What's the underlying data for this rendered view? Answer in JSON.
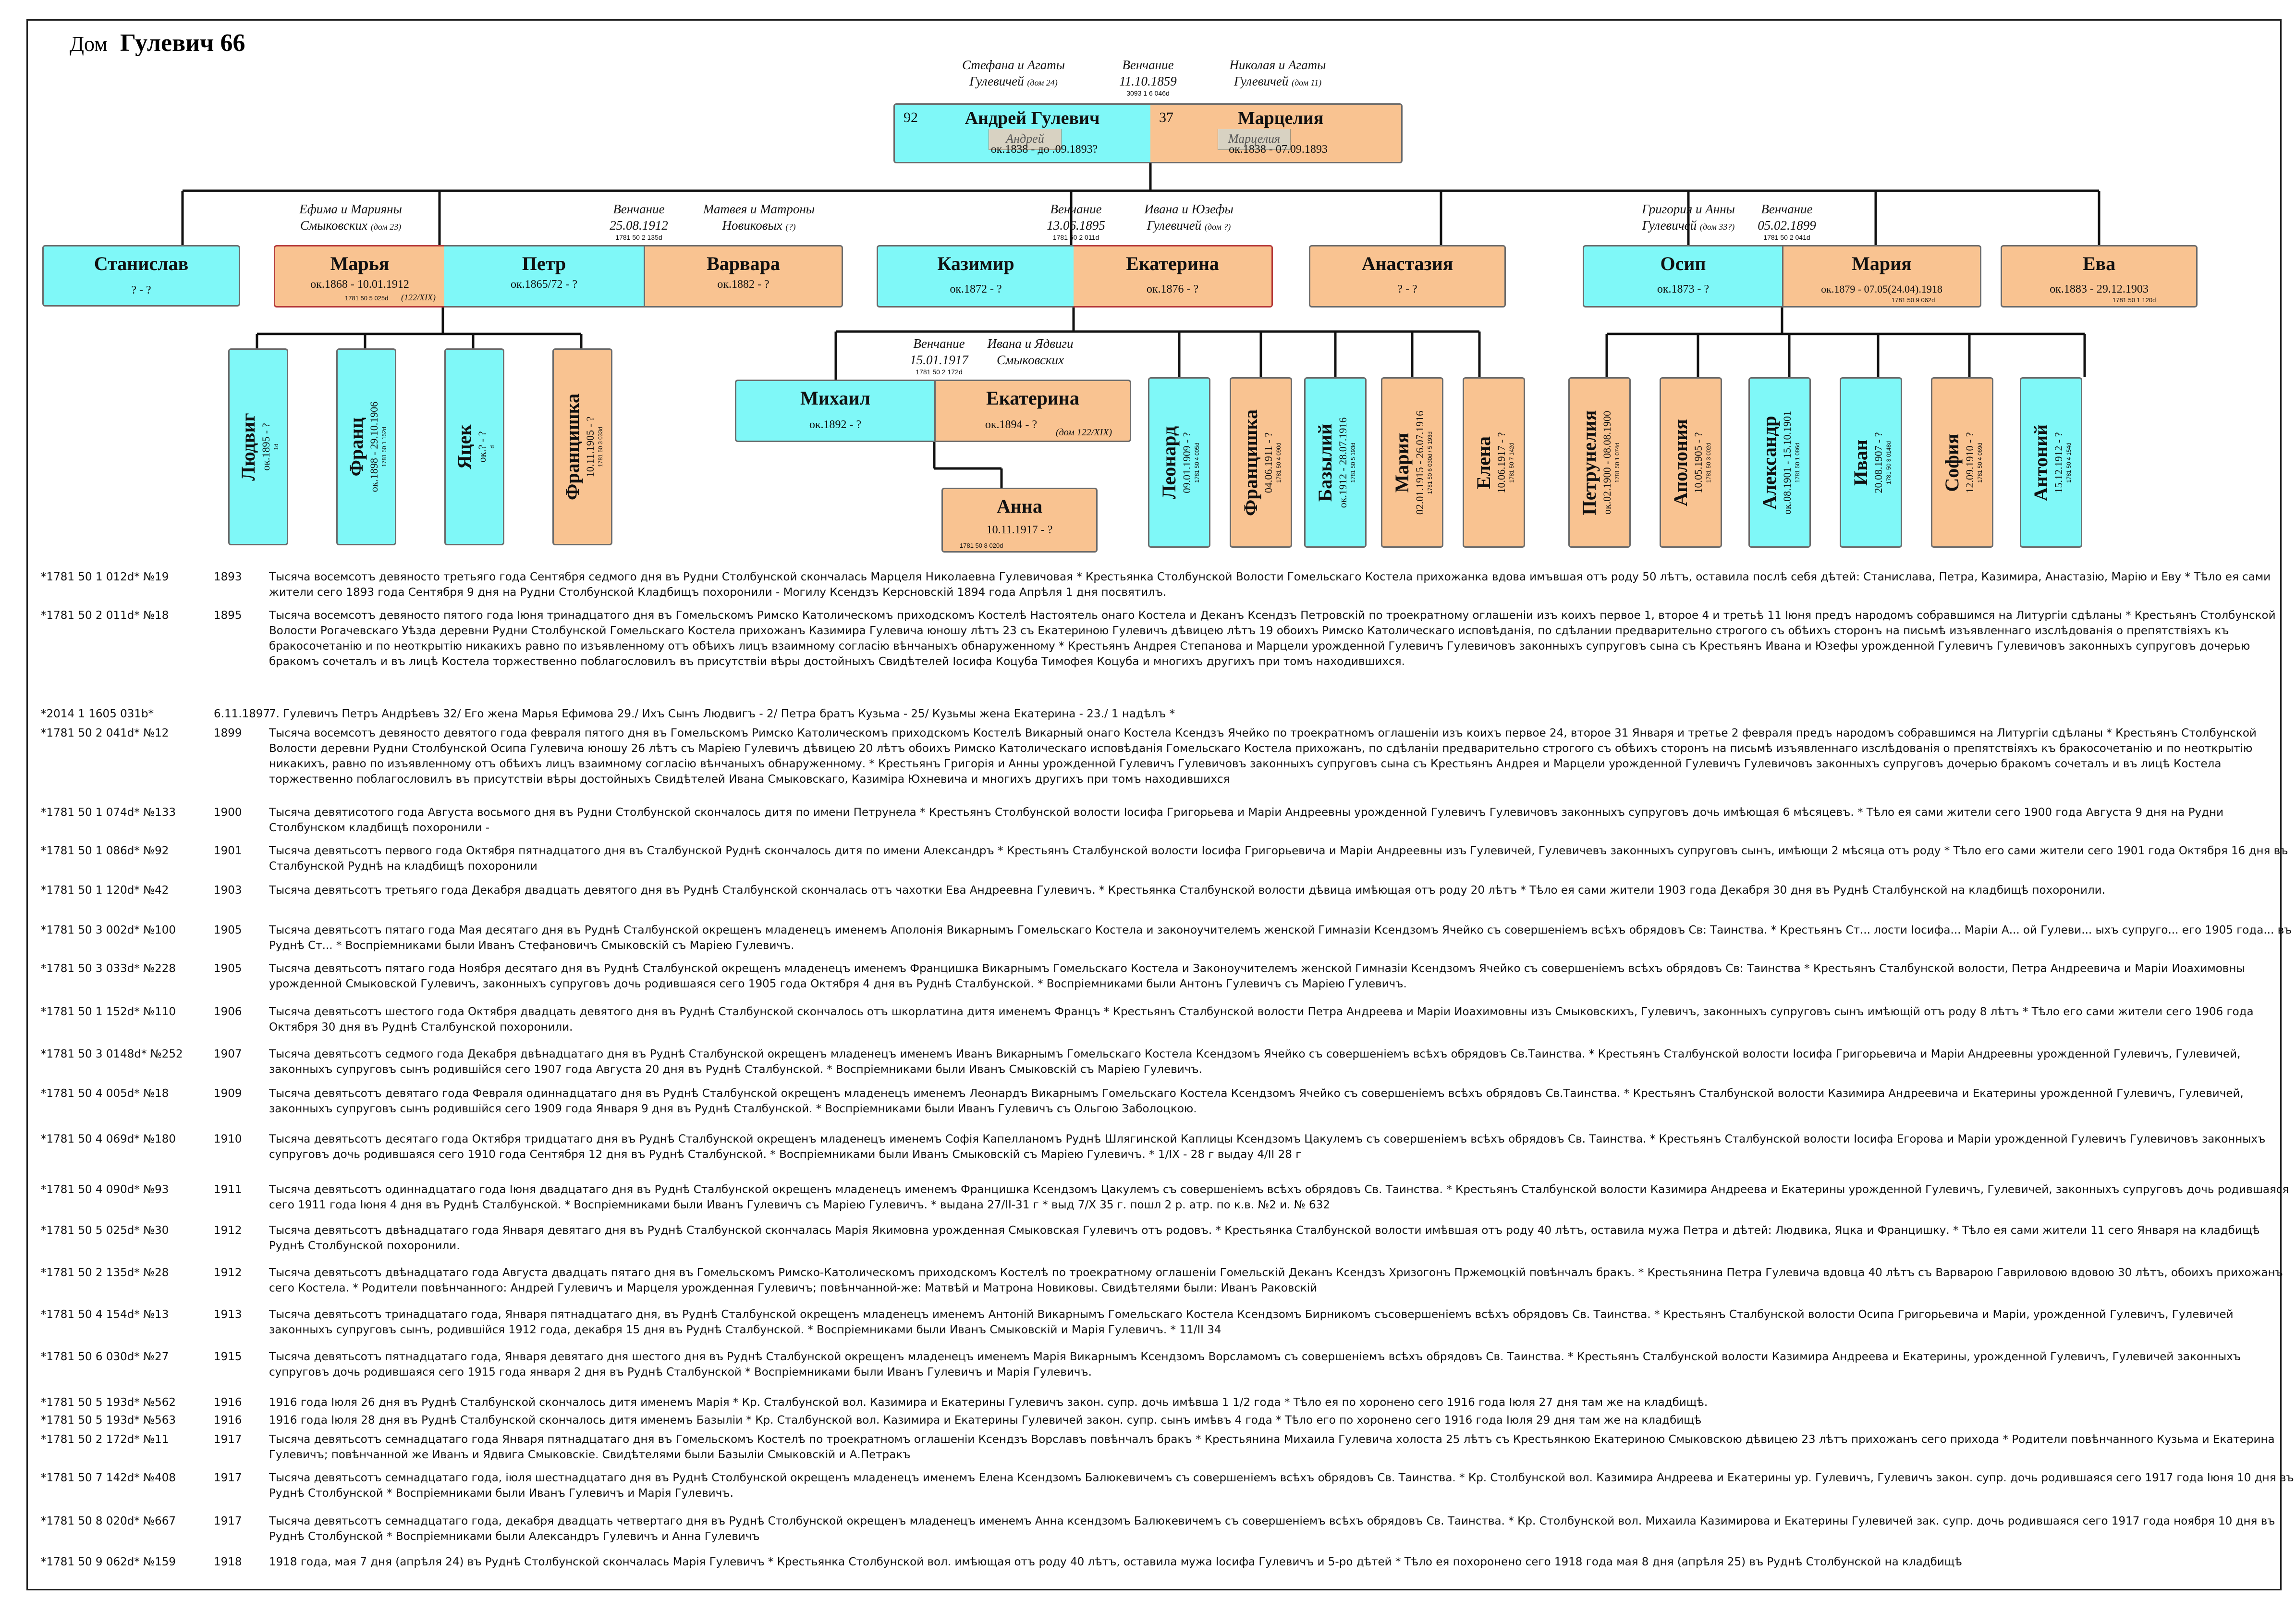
{
  "title": {
    "prefix": "Дом",
    "name": "Гулевич 66"
  },
  "notes": {
    "n1": "Стефана и Агаты",
    "n1b": "Гулевичей",
    "n1c": "(дом 24)",
    "n2": "Венчание",
    "n2b": "11.10.1859",
    "n2c": "3093 1 6 046d",
    "n3": "Николая и Агаты",
    "n3b": "Гулевичей",
    "n3c": "(дом 11)",
    "n4": "Ефима и Марияны",
    "n4b": "Смыковских",
    "n4c": "(дом 23)",
    "n5": "Венчание",
    "n5b": "25.08.1912",
    "n5c": "1781 50 2 135d",
    "n6": "Матвея и Матроны",
    "n6b": "Новиковых",
    "n6c": "(?)",
    "n7": "Венчание",
    "n7b": "13.06.1895",
    "n7c": "1781 50 2 011d",
    "n8": "Ивана и Юзефы",
    "n8b": "Гулевичей",
    "n8c": "(дом ?)",
    "n9": "Григория и Анны",
    "n9b": "Гулевичей",
    "n9c": "(дом 33?)",
    "n10": "Венчание",
    "n10b": "05.02.1899",
    "n10c": "1781 50 2 041d",
    "n11": "Венчание",
    "n11b": "15.01.1917",
    "n11c": "1781 50 2 172d",
    "n12": "Ивана и Ядвиги",
    "n12b": "Смыковских"
  },
  "people": {
    "andrey": {
      "num": "92",
      "name": "Андрей Гулевич",
      "dates": "ок.1838 - до .09.1893?",
      "sig": "Андрей"
    },
    "marcelia": {
      "num": "37",
      "name": "Марцелия",
      "dates": "ок.1838 - 07.09.1893",
      "sig": "Марцелия"
    },
    "stanislav": {
      "name": "Станислав",
      "dates": "? - ?"
    },
    "marya1": {
      "name": "Марья",
      "dates": "ок.1868 - 10.01.1912",
      "ref": "1781 50 5 025d",
      "extra": "(122/XIX)"
    },
    "petr": {
      "name": "Петр",
      "dates": "ок.1865/72 - ?"
    },
    "varvara": {
      "name": "Варвара",
      "dates": "ок.1882 - ?"
    },
    "kazimir": {
      "name": "Казимир",
      "dates": "ок.1872 - ?"
    },
    "ekaterina1": {
      "name": "Екатерина",
      "dates": "ок.1876 - ?"
    },
    "anastasia": {
      "name": "Анастазия",
      "dates": "? - ?"
    },
    "osip": {
      "name": "Осип",
      "dates": "ок.1873 - ?"
    },
    "marya2": {
      "name": "Мария",
      "dates": "ок.1879 - 07.05(24.04).1918",
      "ref": "1781 50 9 062d"
    },
    "eva": {
      "name": "Ева",
      "dates": "ок.1883 - 29.12.1903",
      "ref": "1781 50 1 120d"
    },
    "mikhail": {
      "name": "Михаил",
      "dates": "ок.1892 - ?"
    },
    "ekaterina2": {
      "name": "Екатерина",
      "dates": "ок.1894 - ?",
      "extra": "(дом 122/XIX)"
    },
    "anna": {
      "name": "Анна",
      "dates": "10.11.1917 - ?",
      "ref": "1781 50 8 020d"
    }
  },
  "children": [
    {
      "name": "Людвиг",
      "dates": "ок.1895 - ?",
      "ref": "1d",
      "color": "c"
    },
    {
      "name": "Франц",
      "dates": "ок.1898 - 29.10.1906",
      "ref": "1781 50 1 152d",
      "color": "c"
    },
    {
      "name": "Яцек",
      "dates": "ок.? - ?",
      "ref": "d",
      "color": "c"
    },
    {
      "name": "Францишка",
      "dates": "10.11.1905 - ?",
      "ref": "1781 50 3 033d",
      "color": "o"
    },
    {
      "name": "Леонард",
      "dates": "09.01.1909 - ?",
      "ref": "1781 50 4 005d",
      "color": "c"
    },
    {
      "name": "Францишка",
      "dates": "04.06.1911 - ?",
      "ref": "1781 50 4 090d",
      "color": "o"
    },
    {
      "name": "Базылий",
      "dates": "ок.1912 - 28.07.1916",
      "ref": "1781 50 5 193d",
      "color": "c"
    },
    {
      "name": "Мария",
      "dates": "02.01.1915 - 26.07.1916",
      "ref": "1781 50 6 030d / 5 193d",
      "color": "o"
    },
    {
      "name": "Елена",
      "dates": "10.06.1917 - ?",
      "ref": "1781 50 7 142d",
      "color": "o"
    },
    {
      "name": "Петрунелия",
      "dates": "ок.02.1900 - 08.08.1900",
      "ref": "1781 50 1 074d",
      "color": "o"
    },
    {
      "name": "Аполония",
      "dates": "10.05.1905 - ?",
      "ref": "1781 50 3 002d",
      "color": "o"
    },
    {
      "name": "Александр",
      "dates": "ок.08.1901 - 15.10.1901",
      "ref": "1781 50 1 086d",
      "color": "c"
    },
    {
      "name": "Иван",
      "dates": "20.08.1907 - ?",
      "ref": "1781 50 3 0148d",
      "color": "c"
    },
    {
      "name": "София",
      "dates": "12.09.1910 - ?",
      "ref": "1781 50 4 069d",
      "color": "o"
    },
    {
      "name": "Антоний",
      "dates": "15.12.1912 - ?",
      "ref": "1781 50 4 154d",
      "color": "c"
    }
  ],
  "records": [
    {
      "ref": "*1781 50 1 012d* №19",
      "year": "1893",
      "text": "Тысяча восемсотъ девяносто третьяго года Сентября седмого дня въ Рудни Столбунской скончалась Марцеля Николаевна Гулевичовая * Крестьянка Столбунской Волости Гомельскаго Костела прихожанка вдова имъвшая отъ роду 50 лѣтъ, оставила послѣ себя дѣтей: Станислава, Петра, Казимира, Анастазiю, Марiю и Еву * Тѣло ея сами жители сего 1893 года Сентября 9 дня на Рудни Столбунской Кладбищъ похоронили - Могилу Ксендзъ Керсновскiй 1894 года Апрѣля 1 дня посвятилъ."
    },
    {
      "ref": "*1781 50 2 011d* №18",
      "year": "1895",
      "text": "Тысяча восемсотъ девяносто пятого года Iюня тринадцатого дня въ Гомельскомъ Римско Католическомъ приходскомъ Костелѣ Настоятель онаго Костела и Деканъ Ксендзъ Петровскiй по троекратному оглашенiи изъ коихъ первое 1, второе 4 и третьѣ 11 Iюня предъ народомъ собравшимся на Литургiи сдѣланы * Крестьянъ Столбунской Волости Рогачевскаго Уѣзда деревни Рудни Столбунской Гомельскаго Костела прихожанъ Казимира Гулевича юношу лѣтъ 23 съ Екатериною Гулевичъ дѣвицею лѣтъ 19 обоихъ Римско Католическаго исповѣданiя, по сдѣлании предварительно строгого съ обѣихъ сторонъ на письмѣ изъявленнаго изслѣдованiя о препятствiяхъ къ бракосочетанiю и по неоткрытiю никакихъ равно по изъявленному отъ обѣихъ лицъ взаимному согласiю вѣнчаныхъ обнаруженному * Крестьянъ Андрея Степанова и Марцели урожденной Гулевичъ Гулевичовъ законныхъ супруговъ сына съ Крестьянъ Ивана и Юзефы урожденной Гулевичъ Гулевичовъ законныхъ супруговъ дочерью бракомъ сочеталъ и въ лицѣ Костела торжественно поблагословилъ въ присутствiи вѣры достойныхъ Свидѣтелей Iосифа Коцуба Тимофея Коцуба и многихъ другихъ при томъ находившихся."
    },
    {
      "ref": "*2014 1 1605 031b*",
      "year": "6.11.1897",
      "text": "7. Гулевичъ Петръ Андрѣевъ 32/ Его жена Марья Ефимова 29./ Ихъ Сынъ Людвигъ - 2/ Петра братъ Кузьма - 25/ Кузьмы жена Екатерина - 23./ 1 надѣлъ *"
    },
    {
      "ref": "*1781 50 2 041d* №12",
      "year": "1899",
      "text": "Тысяча восемсотъ девяносто девятого года февраля пятого дня въ Гомельскомъ Римско Католическомъ приходскомъ Костелѣ Викарный онаго Костела Ксендзъ Ячейко по троекратномъ оглашенiи изъ коихъ первое 24, второе 31 Января и третье 2 февраля предъ народомъ собравшимся на Литургiи сдѣланы * Крестьянъ Столбунской Волости деревни Рудни Столбунской Осипа Гулевича юношу 26 лѣтъ съ Марiею Гулевичъ дѣвицею 20 лѣтъ обоихъ Римско Католическаго исповѣданiя Гомельскаго Костела прихожанъ, по сдѣланiи предварительно строгого съ обѣихъ сторонъ на письмѣ изъявленнаго изслѣдованiя о препятствiяхъ къ бракосочетанiю и по неоткрытiю никакихъ, равно по изъявленному отъ обѣихъ лицъ взаимному согласiю вѣнчаныхъ обнаруженному. * Крестьянъ Григорiя и Анны урожденной Гулевичъ Гулевичовъ законныхъ супруговъ сына съ Крестьянъ Андрея и Марцели урожденной Гулевичъ Гулевичовъ законныхъ супруговъ дочерью бракомъ сочеталъ и въ лицѣ Костела торжественно поблагословилъ въ присутствiи вѣры достойныхъ Свидѣтелей Ивана Смыковскаго, Казимiра Юхневича и многихъ другихъ при томъ находившихся"
    },
    {
      "ref": "*1781 50 1 074d* №133",
      "year": "1900",
      "text": "Тысяча девятисотого года Августа восьмого дня въ Рудни Столбунской скончалось дитя по имени Петрунела * Крестьянъ Столбунской волости Iосифа Григорьева и Марiи Андреевны урожденной Гулевичъ Гулевичовъ законныхъ супруговъ дочь имѣющая 6 мѣсяцевъ. * Тѣло ея сами жители сего 1900 года Августа 9 дня на Рудни Столбунском кладбищѣ похоронили -"
    },
    {
      "ref": "*1781 50 1 086d* №92",
      "year": "1901",
      "text": "Тысяча девятьсотъ первого года Октября пятнадцатого дня въ Сталбунской Руднѣ скончалось дитя по имени Александръ * Крестьянъ Сталбунской волости Iосифа Григорьевича и Марiи Андреевны изъ Гулевичей, Гулевичевъ законныхъ супруговъ сынъ, имѣющи 2 мѣсяца отъ роду * Тѣло его сами жители сего 1901 года Октября 16 дня въ Сталбунской Руднѣ на кладбищѣ похоронили"
    },
    {
      "ref": "*1781 50 1 120d* №42",
      "year": "1903",
      "text": "Тысяча девятьсотъ третьяго года Декабря двадцать девятого дня въ Руднѣ Сталбунской скончалась отъ чахотки Ева Андреевна Гулевичъ. * Крестьянка Сталбунской волости дѣвица имѣющая отъ роду 20 лѣтъ * Тѣло ея сами жители 1903 года Декабря 30 дня въ Руднѣ Сталбунской на кладбищѣ похоронили."
    },
    {
      "ref": "*1781 50 3 002d* №100",
      "year": "1905",
      "text": "Тысяча девятьсотъ пятаго года Мая десятаго дня въ Руднѣ Сталбунской окрещенъ младенецъ именемъ Аполонiя Викарнымъ Гомельскаго Костела и законоучителемъ женской Гимназiи Ксендзомъ Ячейко съ совершенiемъ всѣхъ обрядовъ Св: Таинства. * Крестьянъ Ст... лости Iосифа... Марiи А... ой Гулеви... ыхъ супруго... его 1905 года... въ Руднѣ Ст... * Воспрiемниками были Иванъ Стефановичъ Смыковскiй съ Марiею Гулевичъ."
    },
    {
      "ref": "*1781 50 3 033d* №228",
      "year": "1905",
      "text": "Тысяча девятьсотъ пятаго года Ноября десятаго дня въ Руднѣ Сталбунской окрещенъ младенецъ именемъ Францишка Викарнымъ Гомельскаго Костела и Законоучителемъ женской Гимназiи Ксендзомъ Ячейко съ совершенiемъ всѣхъ обрядовъ Св: Таинства * Крестьянъ Сталбунской волости, Петра Андреевича и Марiи Иоахимовны урожденной Смыковской Гулевичъ, законныхъ супруговъ дочь родившаяся сего 1905 года Октября 4 дня въ Руднѣ Сталбунской. * Воспрiемниками были Антонъ Гулевичъ съ Марiею Гулевичъ."
    },
    {
      "ref": "*1781 50 1 152d* №110",
      "year": "1906",
      "text": "Тысяча девятьсотъ шестого года Октября двадцать девятого дня въ Руднѣ Сталбунской скончалось отъ шкорлатина дитя именемъ Францъ * Крестьянъ Сталбунской волости Петра Андреева и Марiи Иоахимовны изъ Смыковскихъ, Гулевичъ, законныхъ супруговъ сынъ имѣющiй отъ роду 8 лѣтъ * Тѣло его сами жители сего 1906 года Октября 30 дня въ Руднѣ Сталбунской похоронили."
    },
    {
      "ref": "*1781 50 3 0148d* №252",
      "year": "1907",
      "text": "Тысяча девятьсотъ седмого года Декабря двѣнадцатаго дня въ Руднѣ Сталбунской окрещенъ младенецъ именемъ Иванъ Викарнымъ Гомельскаго Костела Ксендзомъ Ячейко съ совершенiемъ всѣхъ обрядовъ Св.Таинства. * Крестьянъ Сталбунской волости Iосифа Григорьевича и Марiи Андреевны урожденной Гулевичъ, Гулевичей, законныхъ супруговъ сынъ родившiйся сего 1907 года Августа 20 дня въ Руднѣ Сталбунской. * Воспрiемниками были Иванъ Смыковскiй съ Марiею Гулевичъ."
    },
    {
      "ref": "*1781 50 4 005d* №18",
      "year": "1909",
      "text": "Тысяча девятьсотъ девятаго года Февраля одиннадцатаго дня въ Руднѣ Сталбунской окрещенъ младенецъ именемъ Леонардъ Викарнымъ Гомельскаго Костела Ксендзомъ Ячейко съ совершенiемъ всѣхъ обрядовъ Св.Таинства. * Крестьянъ Сталбунской волости Казимира Андреевича и Екатерины урожденной Гулевичъ, Гулевичей, законныхъ супруговъ сынъ родившiйся сего 1909 года Января 9 дня въ Руднѣ Сталбунской. * Воспрiемниками были Иванъ Гулевичъ съ Ольгою Заболоцкою."
    },
    {
      "ref": "*1781 50 4 069d* №180",
      "year": "1910",
      "text": "Тысяча девятьсотъ десятаго года Октября тридцатаго дня въ Руднѣ Сталбунской окрещенъ младенецъ именемъ Софiя Капелланомъ Руднѣ Шлягинской Каплицы Ксендзомъ Цакулемъ съ совершенiемъ всѣхъ обрядовъ Св. Таинства. * Крестьянъ Сталбунской волости Iосифа Егорова и Марiи урожденной Гулевичъ Гулевичовъ законныхъ супруговъ дочь родившаяся сего 1910 года Сентября 12 дня въ Руднѣ Сталбунской. * Воспрiемниками были Иванъ Смыковскiй съ Марiею Гулевичъ. * 1/IX - 28 г выдау 4/II 28 г"
    },
    {
      "ref": "*1781 50 4 090d* №93",
      "year": "1911",
      "text": "Тысяча девятьсотъ одиннадцатаго года Iюня двадцатаго дня въ Руднѣ Сталбунской окрещенъ младенецъ именемъ Францишка Ксендзомъ Цакулемъ съ совершенiемъ всѣхъ обрядовъ Св. Таинства. * Крестьянъ Сталбунской волости Казимира Андреева и Екатерины урожденной Гулевичъ, Гулевичей, законныхъ супруговъ дочь родившаяся сего 1911 года Iюня 4 дня въ Руднѣ Сталбунской. * Воспрiемниками были Иванъ Гулевичъ съ Марiею Гулевичъ. * выдана 27/II-31 г * выд 7/X 35 г. пошл 2 р. атр. по к.в. №2 и. № 632"
    },
    {
      "ref": "*1781 50 5 025d* №30",
      "year": "1912",
      "text": "Тысяча девятьсотъ двѣнадцатаго года Января девятаго дня въ Руднѣ Сталбунской скончалась Марiя Якимовна урожденная Смыковская Гулевичъ отъ родовъ. * Крестьянка Сталбунской волости имѣвшая отъ роду 40 лѣтъ, оставила мужа Петра и дѣтей: Людвика, Яцка и Францишку. * Тѣло ея сами жители 11 сего Января на кладбищѣ Руднѣ Столбунской похоронили."
    },
    {
      "ref": "*1781 50 2 135d* №28",
      "year": "1912",
      "text": "Тысяча девятьсотъ двѣнадцатаго года Августа двадцать пятаго дня въ Гомельскомъ Римско-Католическомъ приходскомъ Костелѣ по троекратному оглашенiи Гомельскiй Деканъ Ксендзъ Хризогонъ Пржемоцкiй повѣнчалъ бракъ. * Крестьянина Петра Гулевича вдовца 40 лѣтъ съ Варварою Гавриловою вдовою 30 лѣтъ, обоихъ прихожанъ сего Костела. * Родители повѣнчанного: Андрей Гулевичъ и Марцеля урожденная Гулевичъ; повѣнчанной-же: Матвѣй и Матрона Новиковы. Свидѣтелями были: Иванъ Раковскiй"
    },
    {
      "ref": "*1781 50 4 154d* №13",
      "year": "1913",
      "text": "Тысяча девятьсотъ тринадцатаго года, Января пятнадцатаго дня, въ Руднѣ Сталбунской окрещенъ младенецъ именемъ Антонiй Викарнымъ Гомельскаго Костела Ксендзомъ Бирникомъ съсовершенiемъ всѣхъ обрядовъ Св. Таинства. * Крестьянъ Сталбунской волости Осипа Григорьевича и Марiи, урожденной Гулевичъ, Гулевичей законныхъ супруговъ сынъ, родившiйся 1912 года, декабря 15 дня въ Руднѣ Сталбунской. * Воспрiемниками были Иванъ Смыковскiй и Марiя Гулевичъ. * 11/II 34"
    },
    {
      "ref": "*1781 50 6 030d* №27",
      "year": "1915",
      "text": "Тысяча девятьсотъ пятнадцатаго года, Января девятаго дня шестого дня въ Руднѣ Сталбунской окрещенъ младенецъ именемъ Марiя Викарнымъ Ксендзомъ Ворсламомъ съ совершенiемъ всѣхъ обрядовъ Св. Таинства. * Крестьянъ Сталбунской волости Казимира Андреева и Екатерины, урожденной Гулевичъ, Гулевичей законныхъ супруговъ дочь родившаяся сего 1915 года января 2 дня въ Руднѣ Сталбунской * Воспрiемниками были Иванъ Гулевичъ и Марiя Гулевичъ."
    },
    {
      "ref": "*1781 50 5 193d* №562",
      "year": "1916",
      "text": "1916 года Iюля 26 дня въ Руднѣ Сталбунской скончалось дитя именемъ Марiя * Кр. Сталбунской вол. Казимира и Екатерины Гулевичъ закон. супр. дочь имѣвша 1 1/2 года * Тѣло ея по хоронено сего 1916 года Iюля 27 дня там же на кладбищѣ."
    },
    {
      "ref": "*1781 50 5 193d* №563",
      "year": "1916",
      "text": "1916 года Iюля 28 дня въ Руднѣ Сталбунской скончалось дитя именемъ Базылiи * Кр. Сталбунской вол. Казимира и Екатерины Гулевичей закон. супр. сынъ имѣвъ 4 года * Тѣло его по хоронено сего 1916 года Iюля 29 дня там же на кладбищѣ"
    },
    {
      "ref": "*1781 50 2 172d* №11",
      "year": "1917",
      "text": "Тысяча девятьсотъ семнадцатаго года Января пятнадцатаго дня въ Гомельскомъ Костелѣ по троекратномъ оглашенiи Ксендзъ Ворславъ повѣнчалъ бракъ * Крестьянина Михаила Гулевича холоста 25 лѣтъ съ Крестьянкою Екатериною Смыковскою дѣвицею 23 лѣтъ прихожанъ сего прихода * Родители повѣнчанного Кузьма и Екатерина Гулевичъ; повѣнчанной же Иванъ и Ядвига Смыковскiе. Свидѣтелями были Базылiи Смыковскiй и А.Петракъ"
    },
    {
      "ref": "*1781 50 7 142d* №408",
      "year": "1917",
      "text": "Тысяча девятьсотъ семнадцатаго года, iюля шестнадцатаго дня въ Руднѣ Столбунской окрещенъ младенецъ именемъ Елена Ксендзомъ Балюкевичемъ съ совершенiемъ всѣхъ обрядовъ Св. Таинства. * Кр. Столбунской вол. Казимира Андреева и Екатерины ур. Гулевичъ, Гулевичъ закон. супр. дочь родившаяся сего 1917 года Iюня 10 дня въ Руднѣ Столбунской * Воспрiемниками были Иванъ Гулевичъ и Марiя Гулевичъ."
    },
    {
      "ref": "*1781 50 8 020d* №667",
      "year": "1917",
      "text": "Тысяча девятьсотъ семнадцатаго года, декабря двадцать четвертаго дня въ Руднѣ Столбунской окрещенъ младенецъ именемъ Анна ксендзомъ Балюкевичемъ съ совершенiемъ всѣхъ обрядовъ Св. Таинства. * Кр. Столбунской вол. Михаила Казимирова и Екатерины Гулевичей зак. супр. дочь родившаяся сего 1917 года ноября 10 дня въ Руднѣ Столбунской * Воспрiемниками были Александръ Гулевичъ и Анна Гулевичъ"
    },
    {
      "ref": "*1781 50 9 062d* №159",
      "year": "1918",
      "text": "1918 года, мая 7 дня (апрѣля 24) въ Руднѣ Столбунской скончалась Марiя Гулевичъ * Крестьянка Столбунской вол. имѣющая отъ роду 40 лѣтъ, оставила мужа Iосифа Гулевичъ и 5-ро дѣтей * Тѣло ея похоронено сего 1918 года мая 8 дня (апрѣля 25) въ Руднѣ Столбунской на кладбищѣ"
    }
  ]
}
